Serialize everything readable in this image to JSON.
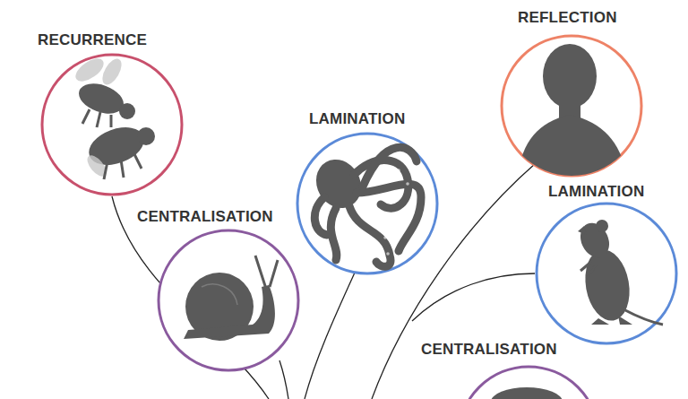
{
  "diagram": {
    "nodes": [
      {
        "text": [
          "REFLECTION"
        ]
      },
      {
        "text": [
          "RECURRENCE"
        ]
      },
      {
        "text": [
          "LAMINATION"
        ]
      },
      {
        "text": [
          "LAMINATION"
        ]
      },
      {
        "text": [
          "CENTRALISATION"
        ]
      },
      {
        "text": [
          "CENTRALISATION"
        ]
      }
    ]
  }
}
